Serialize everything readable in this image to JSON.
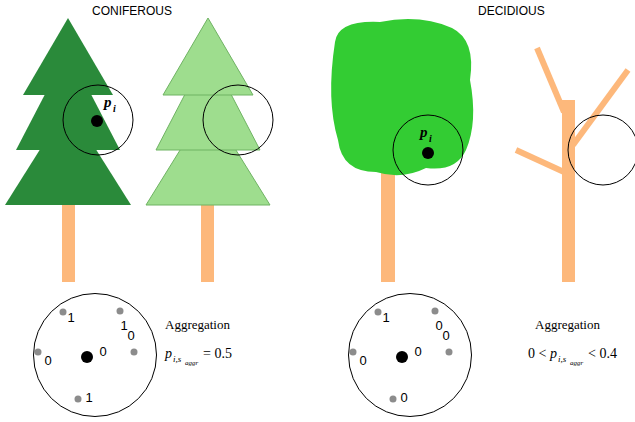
{
  "diagram": {
    "nodes": [
      {
        "text": [
          "1",
          "1",
          "0",
          "0",
          "0",
          "1"
        ]
      },
      {
        "text": [
          "1",
          "0",
          "0",
          "0",
          "0",
          "0"
        ]
      }
    ],
    "labels": [
      "CONIFEROUS",
      "DECIDIOUS",
      "p",
      "i",
      "p",
      "i",
      "Aggregation",
      "p",
      "i,s",
      "aggr",
      "= 0.5",
      "Aggregation",
      "0 <",
      "p",
      "i,s",
      "aggr",
      "< 0.4"
    ]
  }
}
